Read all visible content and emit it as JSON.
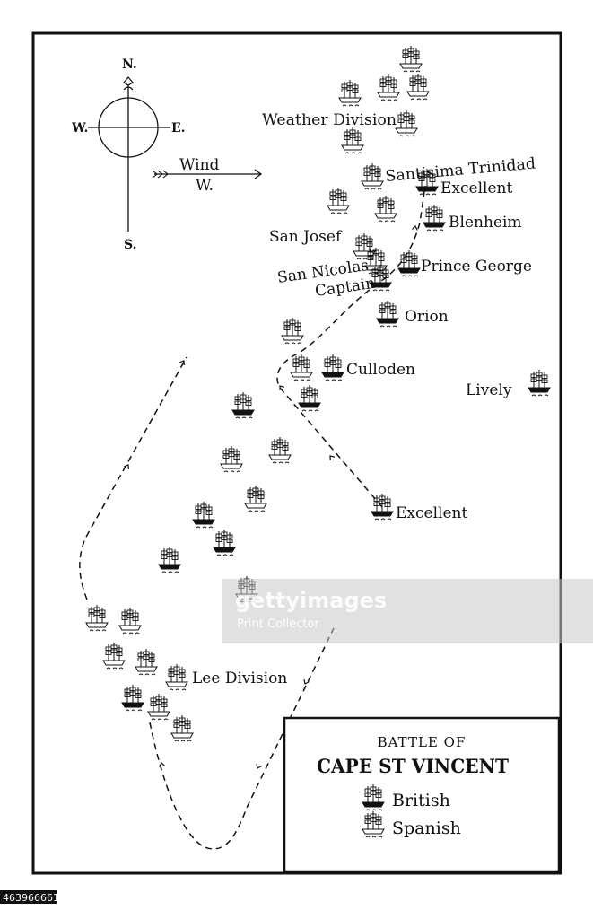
{
  "map": {
    "compass": {
      "north": "N.",
      "south": "S.",
      "east": "E.",
      "west": "W."
    },
    "wind": {
      "label": "Wind",
      "direction": "W."
    },
    "labels": {
      "weather_division": "Weather Division",
      "santisima_trinidad": "Santisima Trinidad",
      "excellent_top": "Excellent",
      "blenheim": "Blenheim",
      "san_josef": "San Josef",
      "san_nicolas": "San Nicolas",
      "captain": "Captain",
      "prince_george": "Prince George",
      "orion": "Orion",
      "culloden": "Culloden",
      "lively": "Lively",
      "excellent_bottom": "Excellent",
      "lee_division": "Lee Division"
    },
    "title_line1": "BATTLE OF",
    "title_line2": "CAPE ST VINCENT",
    "legend": [
      {
        "label": "British",
        "color": "#111111"
      },
      {
        "label": "Spanish",
        "color": "#ffffff"
      }
    ],
    "colors": {
      "ink": "#111111",
      "paper": "#ffffff"
    }
  },
  "watermark": {
    "brand": "gettyimages",
    "collection": "Print Collector",
    "image_number": "463966661"
  }
}
